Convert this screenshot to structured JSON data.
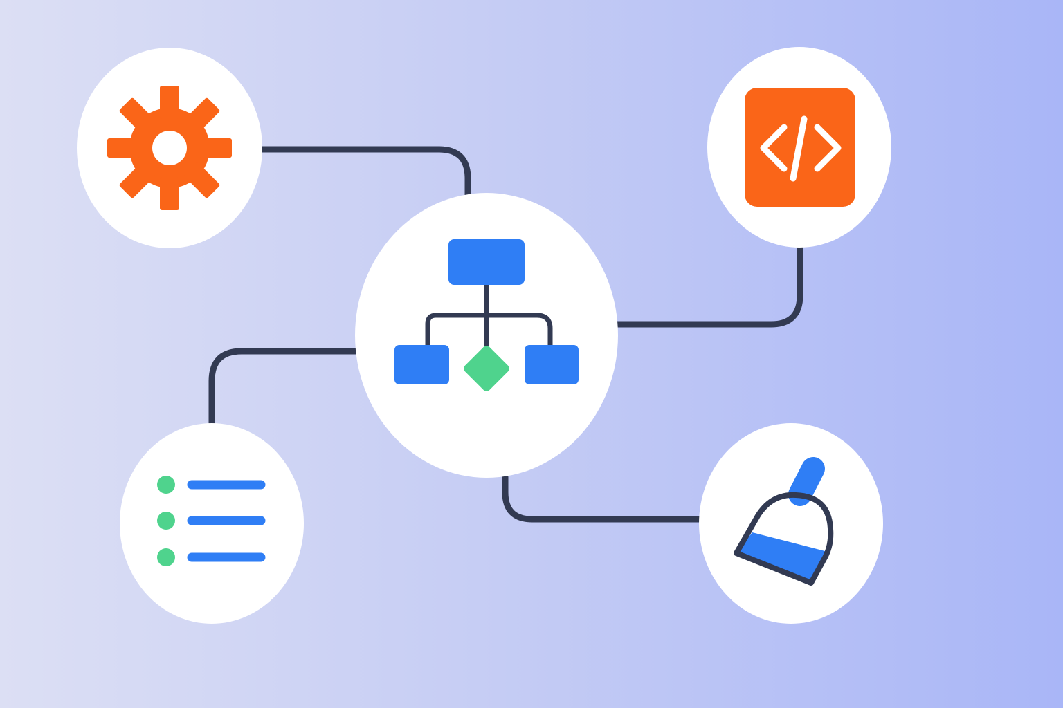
{
  "colors": {
    "background_left": "#dcdff4",
    "background_right": "#a9b6f7",
    "node_fill": "#ffffff",
    "connector": "#323a52",
    "accent_orange": "#fa6518",
    "accent_blue": "#2f7ef5",
    "accent_green": "#4fd38d"
  },
  "nodes": [
    {
      "id": "hub",
      "icon": "flowchart-icon"
    },
    {
      "id": "settings",
      "icon": "gear-icon"
    },
    {
      "id": "code",
      "icon": "code-icon"
    },
    {
      "id": "list",
      "icon": "list-icon"
    },
    {
      "id": "cleanup",
      "icon": "dustpan-icon"
    }
  ],
  "connections": [
    {
      "from": "settings",
      "to": "hub"
    },
    {
      "from": "hub",
      "to": "code"
    },
    {
      "from": "list",
      "to": "hub"
    },
    {
      "from": "hub",
      "to": "cleanup"
    }
  ]
}
